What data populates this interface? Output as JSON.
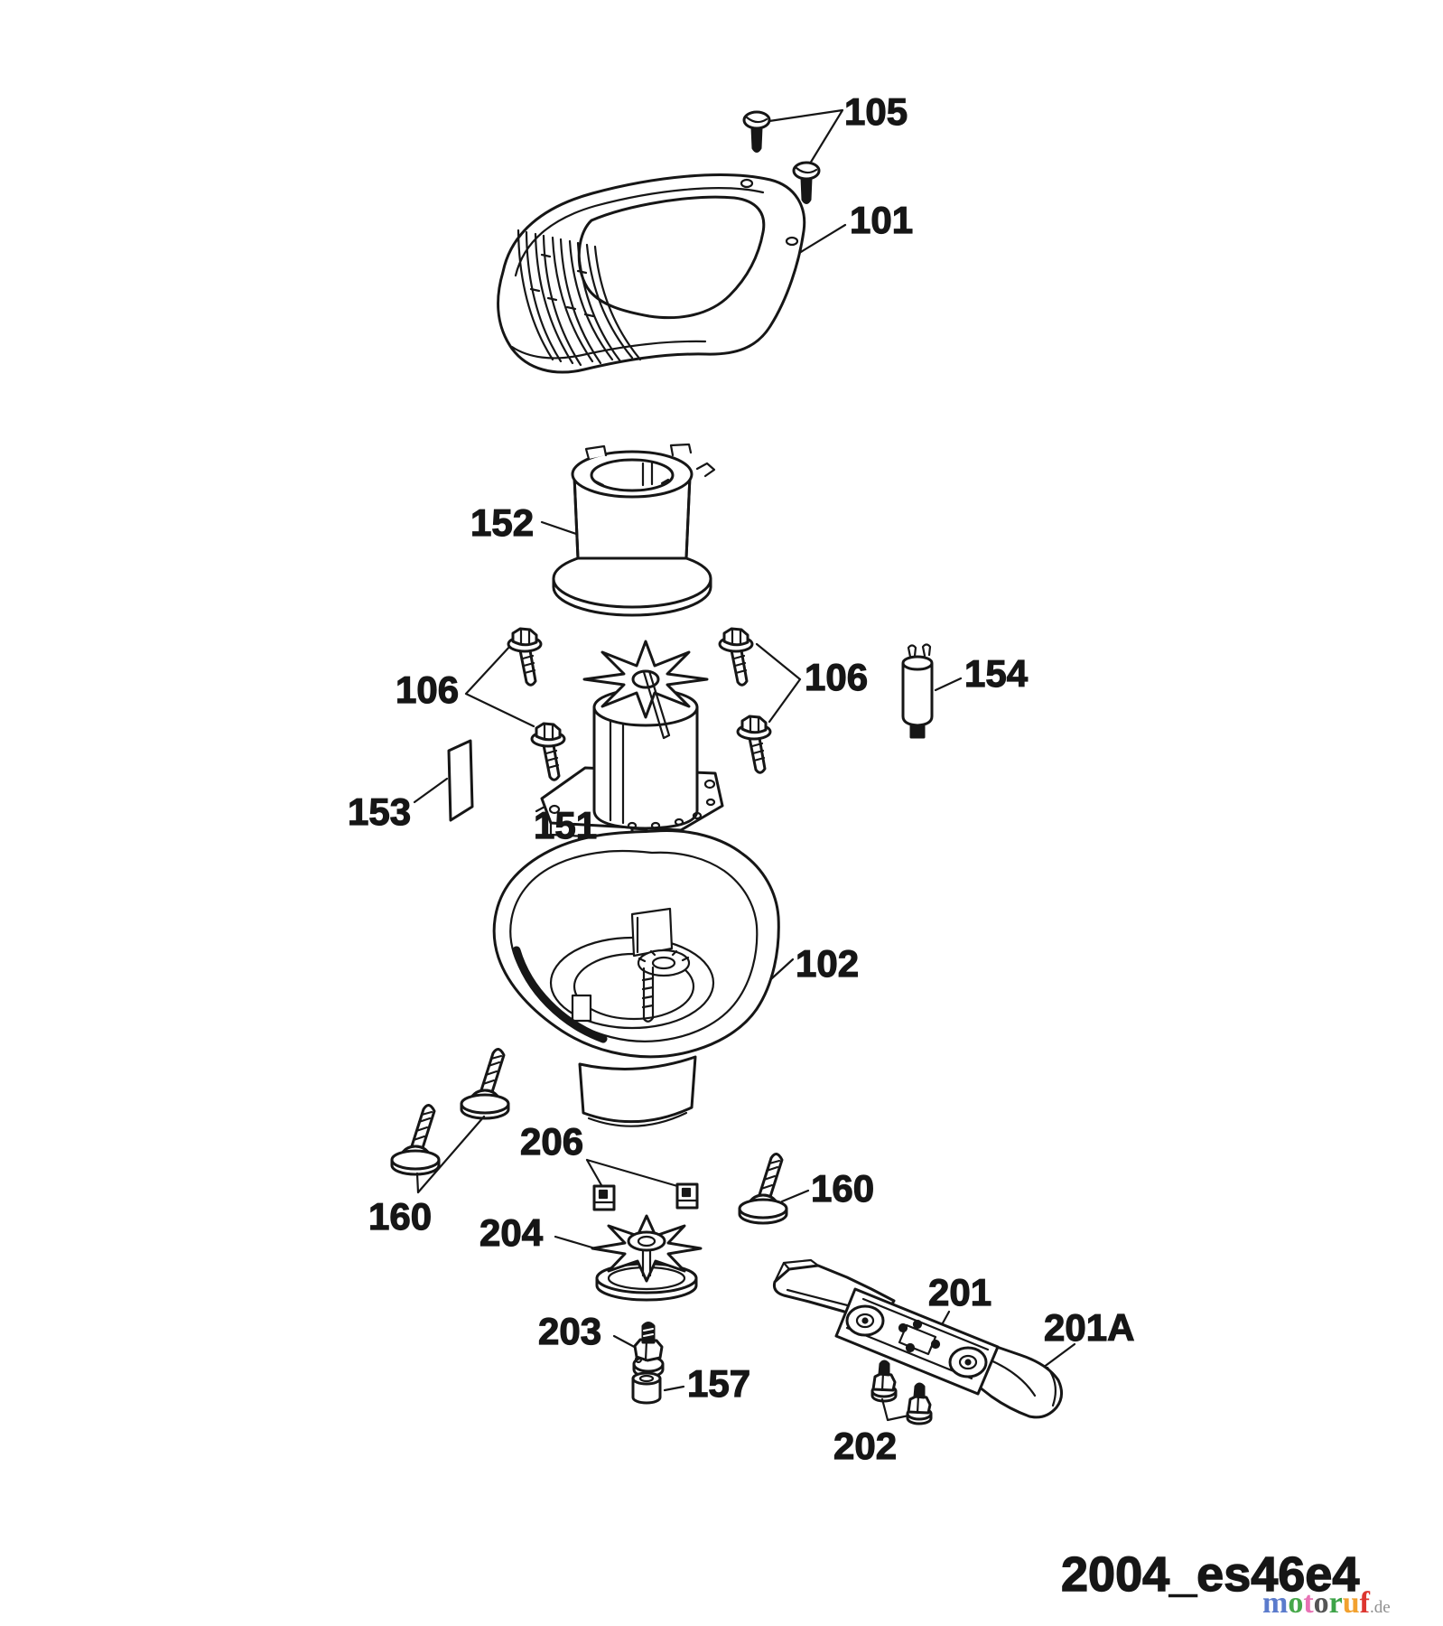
{
  "page": {
    "background_color": "#ffffff",
    "ink_color": "#161616",
    "footer_code": "2004_es46e4"
  },
  "watermark": {
    "text": "motoruf.de",
    "brand_letters": [
      {
        "char": "m",
        "color": "#5b7bcc"
      },
      {
        "char": "o",
        "color": "#47a84a"
      },
      {
        "char": "t",
        "color": "#e873b5"
      },
      {
        "char": "o",
        "color": "#555555"
      },
      {
        "char": "r",
        "color": "#3da348"
      },
      {
        "char": "u",
        "color": "#f2a12f"
      },
      {
        "char": "f",
        "color": "#dd3630"
      }
    ],
    "domain_suffix": ".de",
    "suffix_color": "#8f8f8f"
  },
  "callouts": {
    "c105": "105",
    "c101": "101",
    "c152": "152",
    "c106_left": "106",
    "c106_right": "106",
    "c154": "154",
    "c153": "153",
    "c151": "151",
    "c102": "102",
    "c206": "206",
    "c160_left": "160",
    "c160_right": "160",
    "c204": "204",
    "c203": "203",
    "c157": "157",
    "c201": "201",
    "c201a": "201A",
    "c202": "202"
  }
}
